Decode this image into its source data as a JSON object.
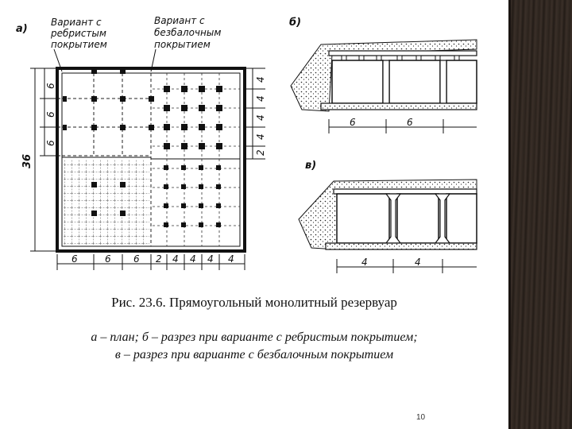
{
  "figure": {
    "panel_a_letter": "а)",
    "panel_b_letter": "б)",
    "panel_c_letter": "в)",
    "label_ribbed_line1": "Вариант с",
    "label_ribbed_line2": "ребристым",
    "label_ribbed_line3": "покрытием",
    "label_flat_line1": "Вариант с",
    "label_flat_line2": "безбалочным",
    "label_flat_line3": "покрытием",
    "plan_overall_dim": "36",
    "plan_left_dims": [
      "6",
      "6",
      "6"
    ],
    "plan_right_dims": [
      "4",
      "4",
      "4",
      "4",
      "2"
    ],
    "plan_bottom_dims_ribbed": [
      "6",
      "6",
      "6"
    ],
    "plan_bottom_dims_flat": [
      "2",
      "4",
      "4",
      "4",
      "4"
    ],
    "section_b_dims": [
      "6",
      "6"
    ],
    "section_c_dims": [
      "4",
      "4"
    ]
  },
  "caption": {
    "title": "Рис. 23.6. Прямоугольный монолитный резервуар",
    "line1": "а – план; б – разрез при варианте с ребристым покрытием;",
    "line2": "в – разрез при варианте с безбалочным покрытием"
  },
  "page_number": "10"
}
